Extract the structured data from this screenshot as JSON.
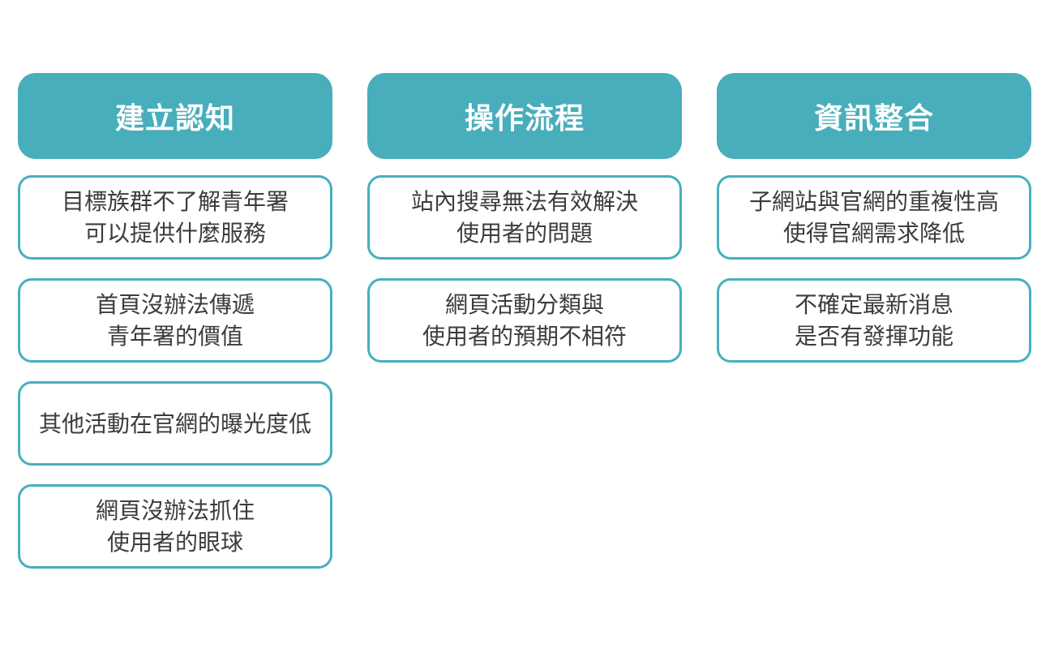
{
  "colors": {
    "page_bg": "#FFFFFF",
    "header_bg": "#48AEBB",
    "header_text": "#FFFFFF",
    "card_border": "#45B0BE",
    "card_text": "#3C3C3C"
  },
  "diagram": {
    "columns": [
      {
        "id": "build-awareness",
        "header": "建立認知",
        "cards": [
          {
            "lines": [
              "目標族群不了解青年署",
              "可以提供什麼服務"
            ]
          },
          {
            "lines": [
              "首頁沒辦法傳遞",
              "青年署的價值"
            ]
          },
          {
            "lines": [
              "其他活動在官網的曝光度低"
            ]
          },
          {
            "lines": [
              "網頁沒辦法抓住",
              "使用者的眼球"
            ]
          }
        ]
      },
      {
        "id": "operation-flow",
        "header": "操作流程",
        "cards": [
          {
            "lines": [
              "站內搜尋無法有效解決",
              "使用者的問題"
            ]
          },
          {
            "lines": [
              "網頁活動分類與",
              "使用者的預期不相符"
            ]
          }
        ]
      },
      {
        "id": "information-integration",
        "header": "資訊整合",
        "cards": [
          {
            "lines": [
              "子網站與官網的重複性高",
              "使得官網需求降低"
            ]
          },
          {
            "lines": [
              "不確定最新消息",
              "是否有發揮功能"
            ]
          }
        ]
      }
    ]
  }
}
